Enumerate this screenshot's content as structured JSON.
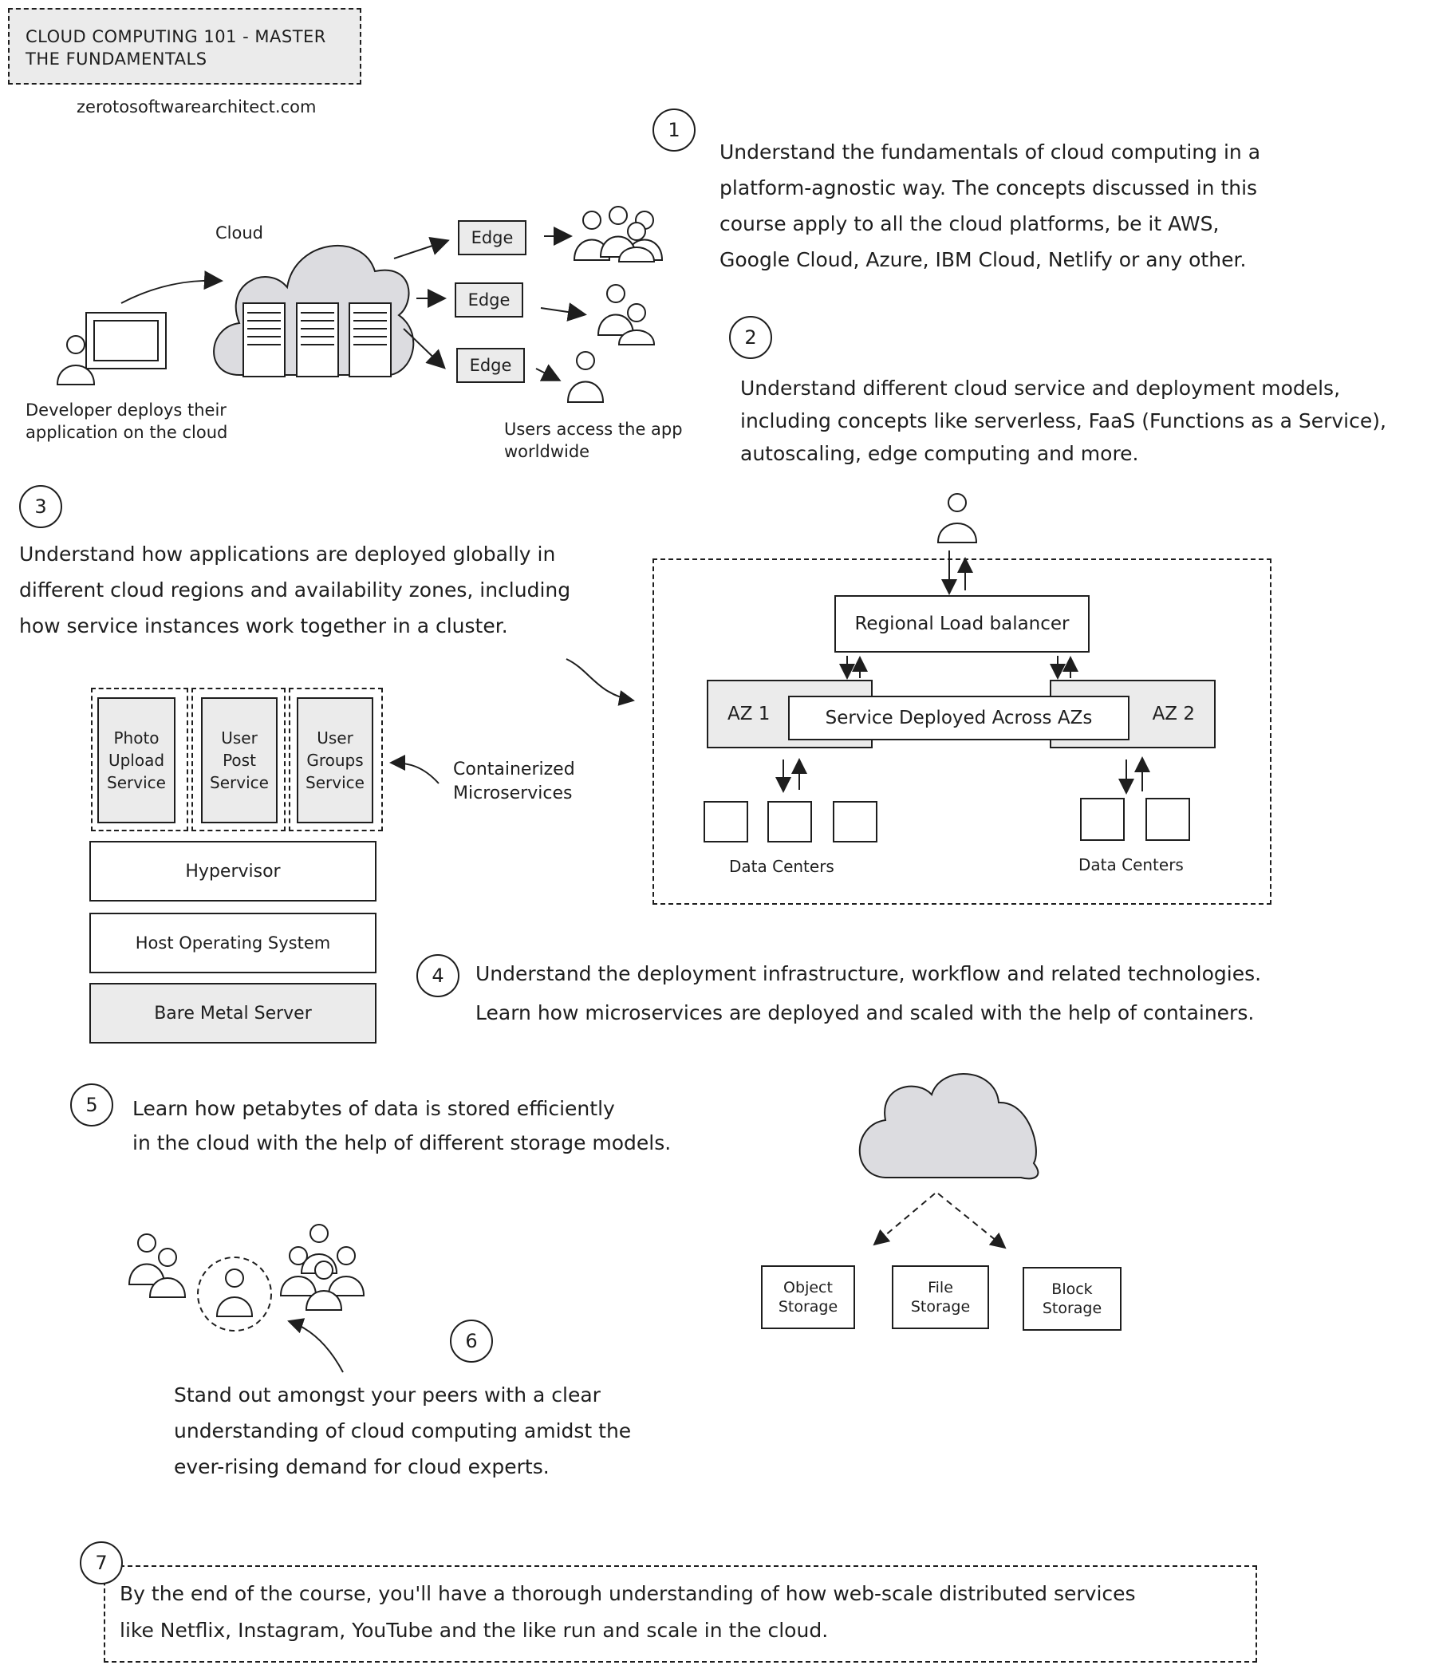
{
  "header": {
    "title_line1": "CLOUD COMPUTING 101 - MASTER",
    "title_line2": "THE FUNDAMENTALS",
    "website": "zerotosoftwarearchitect.com"
  },
  "steps": {
    "n1": "1",
    "n2": "2",
    "n3": "3",
    "n4": "4",
    "n5": "5",
    "n6": "6",
    "n7": "7"
  },
  "text": {
    "s1": [
      "Understand the fundamentals of cloud computing in a",
      "platform-agnostic way. The concepts discussed in this",
      "course apply to all the cloud platforms, be it AWS,",
      "Google Cloud, Azure, IBM Cloud, Netlify or any other."
    ],
    "s2": [
      "Understand different cloud service and deployment models,",
      "including concepts like serverless, FaaS (Functions as a Service),",
      "autoscaling, edge computing and more."
    ],
    "s3": [
      "Understand how applications are deployed globally in",
      "different cloud regions and availability zones, including",
      "how service instances work together in a cluster."
    ],
    "s4": [
      "Understand the deployment infrastructure, workflow and related technologies.",
      "Learn how microservices are deployed and scaled with the help of containers."
    ],
    "s5": [
      "Learn how petabytes of data is stored efficiently",
      "in the cloud with the help of different storage models."
    ],
    "s6": [
      "Stand out amongst your peers with a clear",
      "understanding of cloud computing amidst the",
      "ever-rising demand for cloud experts."
    ],
    "s7": [
      "By the end of the course, you'll have a thorough understanding of how web-scale distributed services",
      "like Netflix, Instagram, YouTube and the like run and scale in the cloud."
    ]
  },
  "diagram1": {
    "cloud_label": "Cloud",
    "edge_label": "Edge",
    "developer_caption": [
      "Developer deploys their",
      "application on the cloud"
    ],
    "users_caption": [
      "Users access the app",
      "worldwide"
    ]
  },
  "diagram3": {
    "regional_lb": "Regional Load balancer",
    "az1": "AZ 1",
    "az2": "AZ 2",
    "service_across": "Service Deployed Across AZs",
    "data_centers": "Data Centers"
  },
  "diagram4": {
    "services": [
      [
        "Photo",
        "Upload",
        "Service"
      ],
      [
        "User",
        "Post",
        "Service"
      ],
      [
        "User",
        "Groups",
        "Service"
      ]
    ],
    "containerized": [
      "Containerized",
      "Microservices"
    ],
    "hypervisor": "Hypervisor",
    "host_os": "Host Operating System",
    "bare_metal": "Bare Metal Server"
  },
  "diagram5": {
    "storage": [
      [
        "Object",
        "Storage"
      ],
      [
        "File",
        "Storage"
      ],
      [
        "Block",
        "Storage"
      ]
    ]
  },
  "colors": {
    "ink": "#1e1e1e",
    "fill_grey": "#ebebeb",
    "cloud_grey": "#dcdce0"
  }
}
